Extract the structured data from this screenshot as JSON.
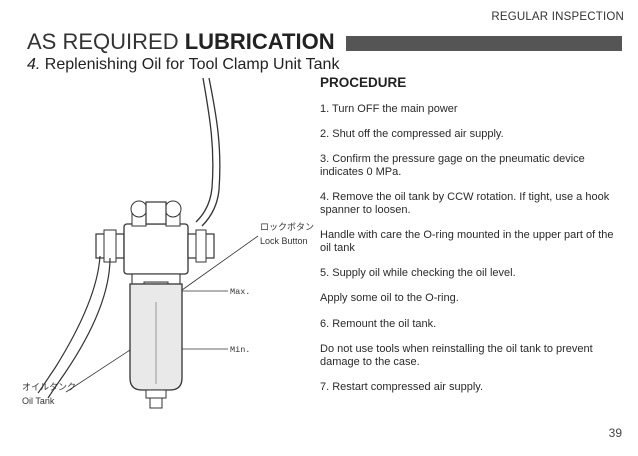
{
  "header": {
    "label": "REGULAR INSPECTION"
  },
  "title": {
    "light": "AS REQUIRED ",
    "bold": "LUBRICATION"
  },
  "subtitle": {
    "number": "4.",
    "text": " Replenishing Oil for Tool Clamp Unit Tank"
  },
  "procedure": {
    "heading": "PROCEDURE",
    "steps": [
      "1. Turn OFF the main power",
      "2. Shut off the compressed air supply.",
      "3. Confirm the pressure gage on the pneumatic device indicates 0 MPa.",
      "4. Remove the oil tank by CCW rotation. If tight, use a hook spanner to loosen.",
      "Handle with care the O-ring mounted in the upper part of the oil tank",
      "5. Supply oil while checking the oil level.",
      "Apply some oil to the O-ring.",
      "6. Remount the oil tank.",
      "Do not use tools when reinstalling the oil tank to prevent damage to the case.",
      "7. Restart compressed air supply."
    ]
  },
  "diagram": {
    "lock_button_jp": "ロックボタン",
    "lock_button_en": "Lock Button",
    "max_label": "Max.",
    "min_label": "Min.",
    "oil_tank_jp": "オイルタンク",
    "oil_tank_en": "Oil Tank"
  },
  "page_number": "39"
}
